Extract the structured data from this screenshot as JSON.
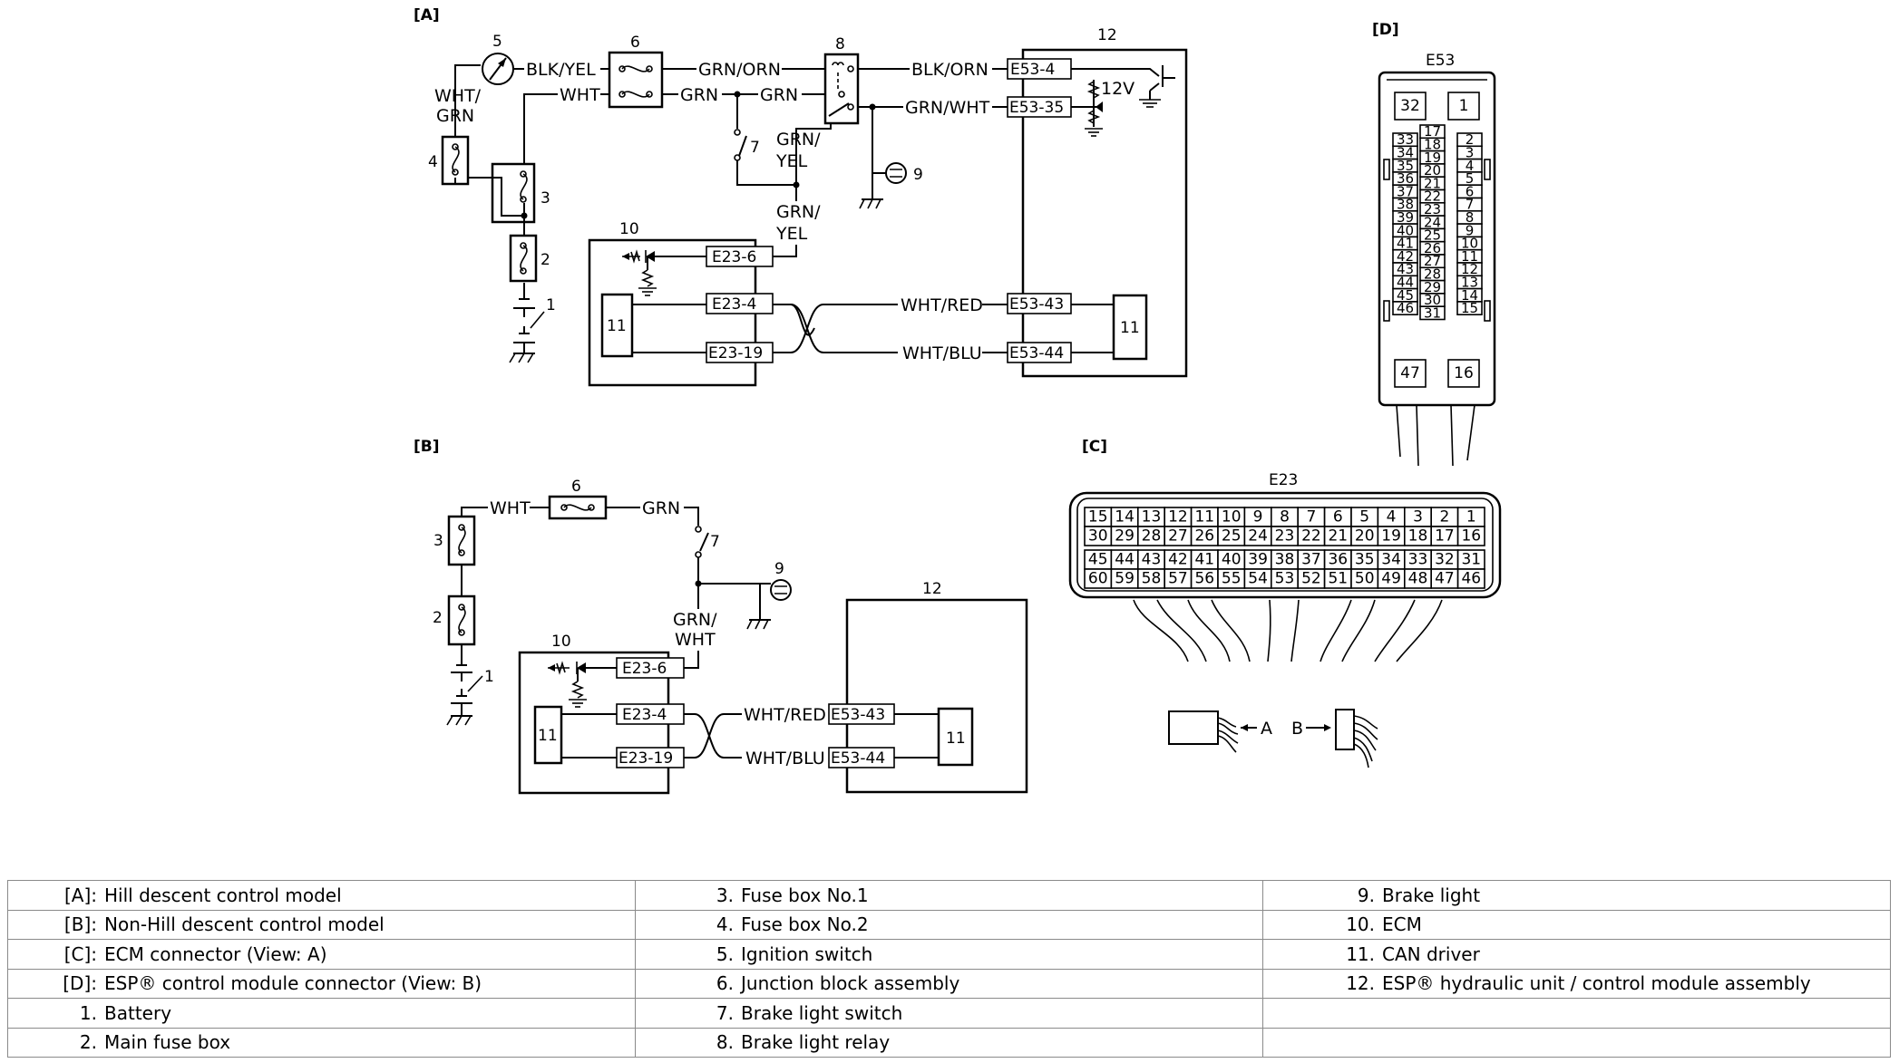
{
  "sections": {
    "a": "[A]",
    "b": "[B]",
    "c": "[C]",
    "d": "[D]"
  },
  "connectors": {
    "e53": "E53",
    "e23": "E23"
  },
  "component_numbers": [
    "1",
    "2",
    "3",
    "4",
    "5",
    "6",
    "7",
    "8",
    "9",
    "10",
    "11",
    "12"
  ],
  "wires_a": {
    "blk_yel": "BLK/YEL",
    "wht_grn_1": "WHT/",
    "wht_grn_2": "GRN",
    "wht": "WHT",
    "grn_orn": "GRN/ORN",
    "grn_1": "GRN",
    "grn_2": "GRN",
    "blk_orn": "BLK/ORN",
    "grn_wht": "GRN/WHT",
    "grn_yel_1a": "GRN/",
    "grn_yel_1b": "YEL",
    "grn_yel_2a": "GRN/",
    "grn_yel_2b": "YEL",
    "wht_red": "WHT/RED",
    "wht_blu": "WHT/BLU",
    "volt": "12V"
  },
  "wires_b": {
    "wht": "WHT",
    "grn": "GRN",
    "grn_wht_1": "GRN/",
    "grn_wht_2": "WHT",
    "wht_red": "WHT/RED",
    "wht_blu": "WHT/BLU"
  },
  "terminals": {
    "e53_4": "E53-4",
    "e53_35": "E53-35",
    "e53_43": "E53-43",
    "e53_44": "E53-44",
    "e23_6": "E23-6",
    "e23_4": "E23-4",
    "e23_19": "E23-19"
  },
  "view_labels": {
    "a": "A",
    "b": "B"
  },
  "e53_pins": {
    "top": [
      "32",
      "1"
    ],
    "left": [
      "33",
      "34",
      "35",
      "36",
      "37",
      "38",
      "39",
      "40",
      "41",
      "42",
      "43",
      "44",
      "45",
      "46"
    ],
    "middle": [
      "17",
      "18",
      "19",
      "20",
      "21",
      "22",
      "23",
      "24",
      "25",
      "26",
      "27",
      "28",
      "29",
      "30",
      "31"
    ],
    "right": [
      "2",
      "3",
      "4",
      "5",
      "6",
      "7",
      "8",
      "9",
      "10",
      "11",
      "12",
      "13",
      "14",
      "15"
    ],
    "bottom": [
      "47",
      "16"
    ]
  },
  "e23_pins": {
    "row1": [
      "15",
      "14",
      "13",
      "12",
      "11",
      "10",
      "9",
      "8",
      "7",
      "6",
      "5",
      "4",
      "3",
      "2",
      "1"
    ],
    "row2": [
      "30",
      "29",
      "28",
      "27",
      "26",
      "25",
      "24",
      "23",
      "22",
      "21",
      "20",
      "19",
      "18",
      "17",
      "16"
    ],
    "row3": [
      "45",
      "44",
      "43",
      "42",
      "41",
      "40",
      "39",
      "38",
      "37",
      "36",
      "35",
      "34",
      "33",
      "32",
      "31"
    ],
    "row4": [
      "60",
      "59",
      "58",
      "57",
      "56",
      "55",
      "54",
      "53",
      "52",
      "51",
      "50",
      "49",
      "48",
      "47",
      "46"
    ]
  },
  "legend": [
    [
      {
        "key": "[A]:",
        "text": "Hill descent control model"
      },
      {
        "key": "3.",
        "text": "Fuse box No.1"
      },
      {
        "key": "9.",
        "text": "Brake light"
      }
    ],
    [
      {
        "key": "[B]:",
        "text": "Non-Hill descent control model"
      },
      {
        "key": "4.",
        "text": "Fuse box No.2"
      },
      {
        "key": "10.",
        "text": "ECM"
      }
    ],
    [
      {
        "key": "[C]:",
        "text": "ECM connector (View: A)"
      },
      {
        "key": "5.",
        "text": "Ignition switch"
      },
      {
        "key": "11.",
        "text": "CAN driver"
      }
    ],
    [
      {
        "key": "[D]:",
        "text": "ESP® control module connector (View: B)"
      },
      {
        "key": "6.",
        "text": "Junction block assembly"
      },
      {
        "key": "12.",
        "text": "ESP® hydraulic unit / control module assembly"
      }
    ],
    [
      {
        "key": "1.",
        "text": "Battery"
      },
      {
        "key": "7.",
        "text": "Brake light switch"
      },
      {
        "key": "",
        "text": ""
      }
    ],
    [
      {
        "key": "2.",
        "text": "Main fuse box"
      },
      {
        "key": "8.",
        "text": "Brake light relay"
      },
      {
        "key": "",
        "text": ""
      }
    ]
  ]
}
